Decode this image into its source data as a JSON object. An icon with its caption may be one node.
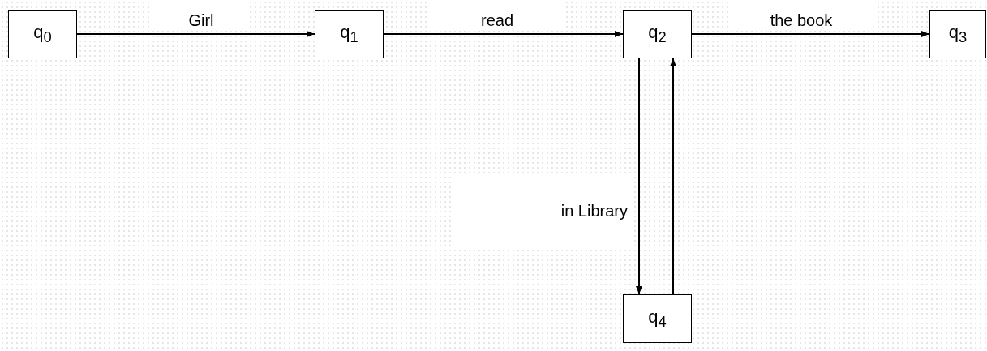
{
  "diagram": {
    "nodes": [
      {
        "text": [
          "q$_{0}$"
        ]
      },
      {
        "text": [
          "q$_{1}$"
        ]
      },
      {
        "text": [
          "q$_{2}$"
        ]
      },
      {
        "text": [
          "q$_{3}$"
        ]
      },
      {
        "text": [
          "q$_{4}$"
        ]
      }
    ],
    "edges": [
      {
        "from": 0,
        "to": 1,
        "arrow": "to",
        "label": "Girl"
      },
      {
        "from": 1,
        "to": 2,
        "arrow": "to",
        "label": "read"
      },
      {
        "from": 2,
        "to": 3,
        "arrow": "to",
        "label": "the book"
      },
      {
        "from": 2,
        "to": 4,
        "arrow": "to",
        "label": "in Library"
      },
      {
        "from": 4,
        "to": 2,
        "arrow": "to"
      }
    ]
  }
}
